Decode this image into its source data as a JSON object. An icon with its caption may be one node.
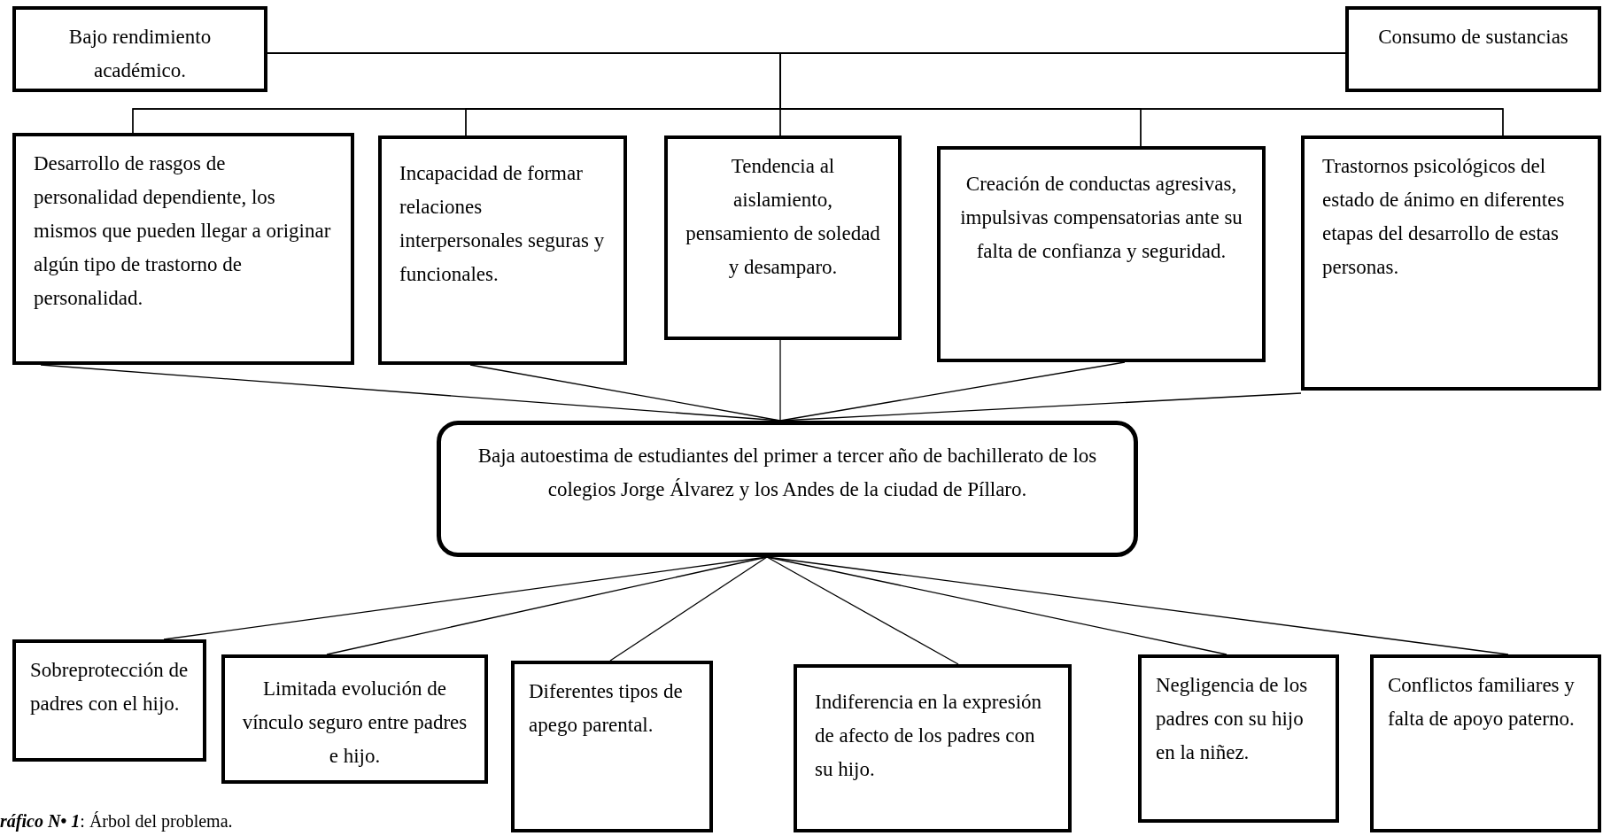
{
  "diagram": {
    "caption": "**ráfico N• 1**: Árbol del problema.",
    "nodes": [
      {
        "text": [
          "Bajo rendimiento académico."
        ]
      },
      {
        "text": [
          "Consumo de sustancias"
        ]
      },
      {
        "text": [
          "Desarrollo de rasgos de personalidad dependiente, los mismos que pueden llegar a originar algún tipo de trastorno de personalidad."
        ]
      },
      {
        "text": [
          "Incapacidad de formar relaciones interpersonales seguras y funcionales."
        ]
      },
      {
        "text": [
          "Tendencia al aislamiento, pensamiento de soledad y desamparo."
        ]
      },
      {
        "text": [
          "Creación de conductas agresivas, impulsivas compensatorias ante su falta de confianza y seguridad."
        ]
      },
      {
        "text": [
          "Trastornos psicológicos del estado de ánimo en diferentes etapas  del desarrollo de estas personas."
        ]
      },
      {
        "text": [
          "Baja autoestima de estudiantes del primer a tercer año de bachillerato de los colegios Jorge Álvarez y los Andes de la ciudad de Píllaro."
        ]
      },
      {
        "text": [
          "Sobreprotección de padres con el hijo."
        ]
      },
      {
        "text": [
          "Limitada evolución de vínculo seguro entre padres e hijo."
        ]
      },
      {
        "text": [
          "Diferentes tipos de apego parental."
        ]
      },
      {
        "text": [
          "Indiferencia en la expresión de afecto de los padres con su hijo."
        ]
      },
      {
        "text": [
          "Negligencia de los  padres con su hijo en la niñez."
        ]
      },
      {
        "text": [
          "Conflictos familiares y falta de apoyo paterno."
        ]
      }
    ],
    "edges": [
      {
        "from": 2,
        "to": 0,
        "arrow": "none"
      },
      {
        "from": 2,
        "to": 1,
        "arrow": "none"
      },
      {
        "from": 3,
        "to": 0,
        "arrow": "none"
      },
      {
        "from": 3,
        "to": 1,
        "arrow": "none"
      },
      {
        "from": 4,
        "to": 0,
        "arrow": "none"
      },
      {
        "from": 4,
        "to": 1,
        "arrow": "none"
      },
      {
        "from": 5,
        "to": 0,
        "arrow": "none"
      },
      {
        "from": 5,
        "to": 1,
        "arrow": "none"
      },
      {
        "from": 6,
        "to": 0,
        "arrow": "none"
      },
      {
        "from": 6,
        "to": 1,
        "arrow": "none"
      },
      {
        "from": 7,
        "to": 2,
        "arrow": "none"
      },
      {
        "from": 7,
        "to": 3,
        "arrow": "none"
      },
      {
        "from": 7,
        "to": 4,
        "arrow": "none"
      },
      {
        "from": 7,
        "to": 5,
        "arrow": "none"
      },
      {
        "from": 7,
        "to": 6,
        "arrow": "none"
      },
      {
        "from": 8,
        "to": 7,
        "arrow": "none"
      },
      {
        "from": 9,
        "to": 7,
        "arrow": "none"
      },
      {
        "from": 10,
        "to": 7,
        "arrow": "none"
      },
      {
        "from": 11,
        "to": 7,
        "arrow": "none"
      },
      {
        "from": 12,
        "to": 7,
        "arrow": "none"
      },
      {
        "from": 13,
        "to": 7,
        "arrow": "none"
      }
    ]
  }
}
